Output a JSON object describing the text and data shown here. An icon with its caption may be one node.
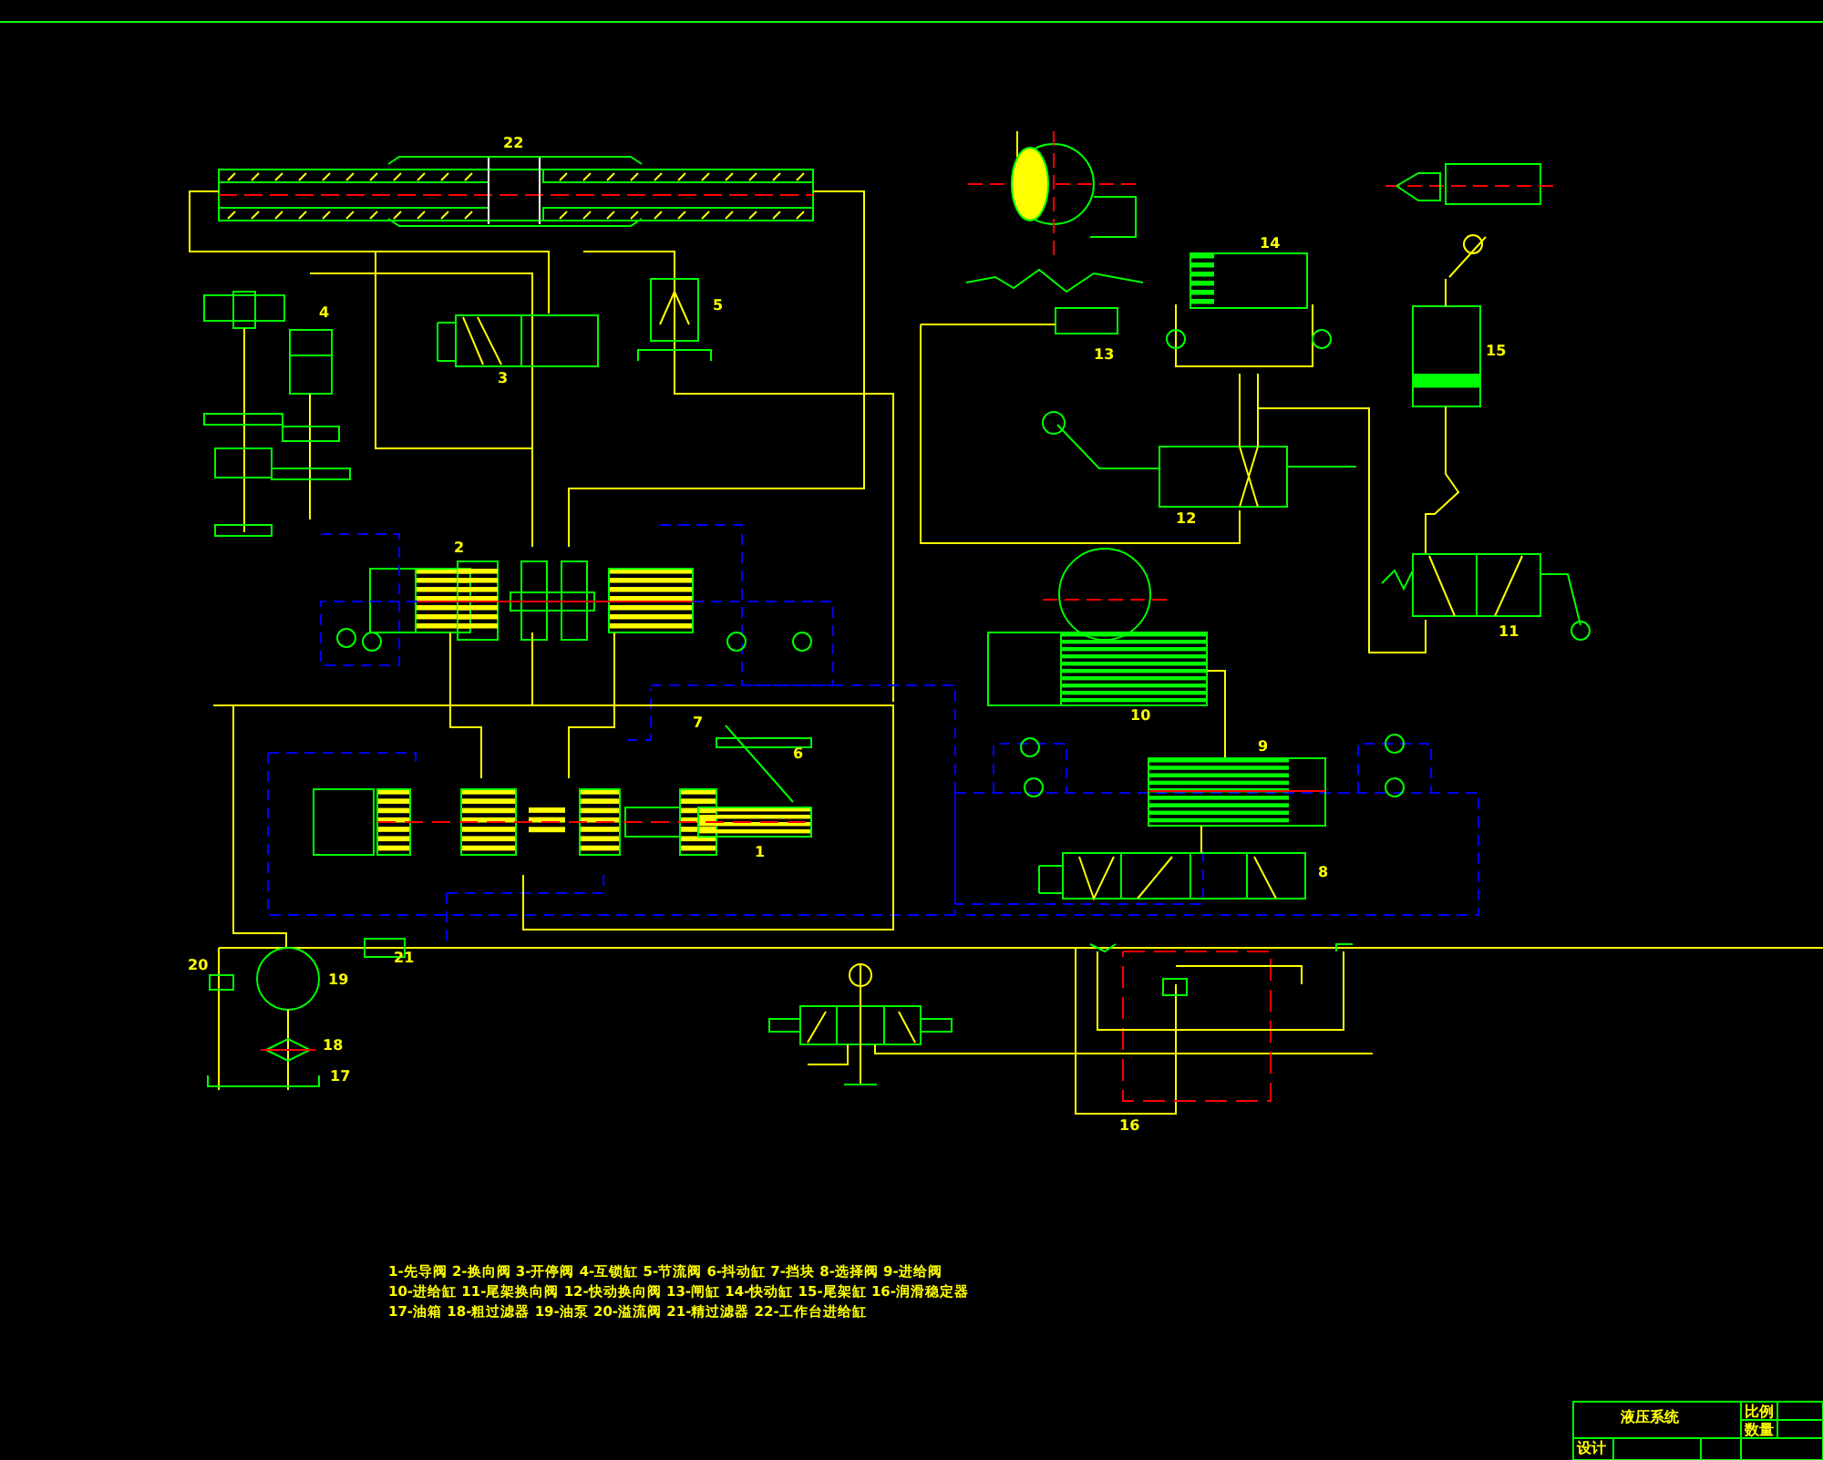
{
  "diagram": {
    "title": "液压系统",
    "labels": [
      "22",
      "14",
      "4",
      "5",
      "3",
      "13",
      "15",
      "12",
      "2",
      "11",
      "10",
      "9",
      "7",
      "6",
      "1",
      "8",
      "21",
      "20",
      "19",
      "18",
      "17",
      "16",
      "1-先导阀 2-换向阀 3-开停阀 4-互锁缸 5-节流阀 6-抖动缸 7-挡块 8-选择阀 9-进给阀",
      "10-进给缸 11-尾架换向阀 12-快动换向阀 13-闸缸 14-快动缸 15-尾架缸 16-润滑稳定器",
      "17-油箱 18-粗过滤器 19-油泵 20-溢流阀 21-精过滤器 22-工作台进给缸",
      "比例",
      "数量",
      "设计"
    ]
  }
}
